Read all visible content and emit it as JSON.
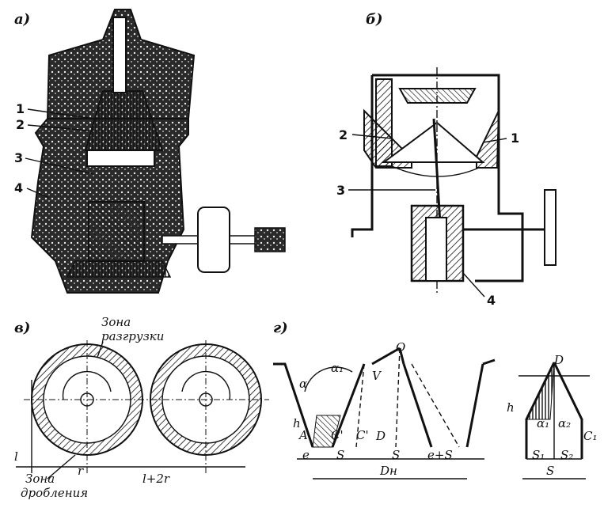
{
  "panels": {
    "a": {
      "tag": "а)",
      "callouts": [
        "1",
        "2",
        "3",
        "4"
      ]
    },
    "b": {
      "tag": "б)",
      "callouts": [
        "2",
        "1",
        "3",
        "4"
      ]
    },
    "v": {
      "tag": "в)",
      "zone_unload_line1": "Зона",
      "zone_unload_line2": "разгрузки",
      "zone_crush_line1": "Зона",
      "zone_crush_line2": "дробления",
      "label_l": "l",
      "label_r": "r",
      "label_l2r": "l+2r"
    },
    "g": {
      "tag": "г)",
      "label_O": "O",
      "label_V": "V",
      "label_D": "D",
      "label_h": "h",
      "label_A": "A",
      "label_C1": "C'",
      "label_C2": "C'",
      "label_alpha": "α",
      "label_alpha1": "α₁",
      "label_e": "e",
      "label_S": "S",
      "label_S_mid": "S",
      "label_eS": "e+S",
      "label_DH": "Dн"
    },
    "d": {
      "label_D": "D",
      "label_h": "h",
      "label_alpha1": "α₁",
      "label_alpha2": "α₂",
      "label_C1": "C₁",
      "label_S1": "S₁",
      "label_S2": "S₂",
      "label_S": "S"
    }
  }
}
